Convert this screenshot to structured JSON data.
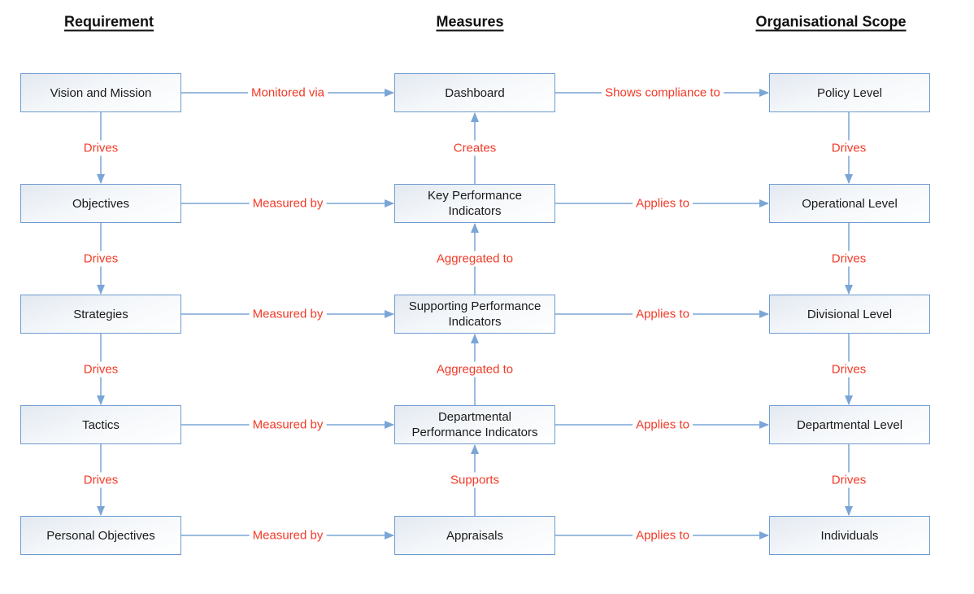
{
  "columns": {
    "requirement": {
      "header": "Requirement",
      "boxes": [
        "Vision and Mission",
        "Objectives",
        "Strategies",
        "Tactics",
        "Personal Objectives"
      ],
      "edge_labels": [
        "Drives",
        "Drives",
        "Drives",
        "Drives"
      ]
    },
    "measures": {
      "header": "Measures",
      "boxes": [
        "Dashboard",
        "Key Performance\nIndicators",
        "Supporting Performance\nIndicators",
        "Departmental\nPerformance Indicators",
        "Appraisals"
      ],
      "edge_labels": [
        "Creates",
        "Aggregated to",
        "Aggregated to",
        "Supports"
      ]
    },
    "scope": {
      "header": "Organisational Scope",
      "boxes": [
        "Policy Level",
        "Operational Level",
        "Divisional Level",
        "Departmental Level",
        "Individuals"
      ],
      "edge_labels": [
        "Drives",
        "Drives",
        "Drives",
        "Drives"
      ]
    }
  },
  "connections": {
    "requirement_to_measures": [
      "Monitored via",
      "Measured by",
      "Measured by",
      "Measured by",
      "Measured by"
    ],
    "measures_to_scope": [
      "Shows compliance to",
      "Applies to",
      "Applies to",
      "Applies to",
      "Applies to"
    ]
  },
  "colors": {
    "line": "#7aa5d6",
    "box_border": "#6e9bd0",
    "edge_label": "#f13a27",
    "text": "#1a1a1a"
  }
}
